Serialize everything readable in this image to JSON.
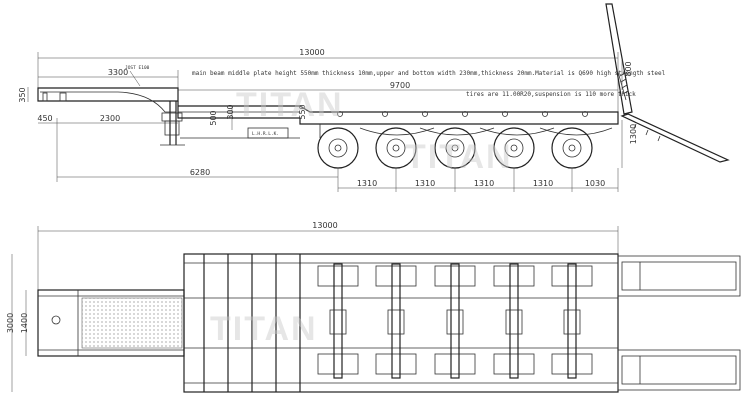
{
  "side_view": {
    "dim_overall_length": "13000",
    "dim_gooseneck_length": "3300",
    "dim_deck_length": "9700",
    "dim_gooseneck_height": "350",
    "dim_front_offset": "450",
    "dim_front_span": "2300",
    "dim_kingpin_to_axle": "6280",
    "dim_axle_spacings": [
      "1310",
      "1310",
      "1310",
      "1310"
    ],
    "dim_rear_overhang": "1030",
    "dim_ramp_height": "800",
    "dim_rear_height": "1300",
    "dim_beam_side_a": "300",
    "dim_beam_side_b": "550",
    "dim_ramp_small": "500",
    "kingpin_label": "JOST E100",
    "beam_note": "main beam middle plate height 550mm thickness 10mm,upper and bottom width 230mm,thickness 20mm.Material is Q690 high strength steel",
    "tire_note": "tires are 11.00R20,suspension is 110 more thick",
    "landing_gear_label": "L.H.R.L.K."
  },
  "top_view": {
    "dim_overall_length": "13000",
    "dim_overall_width": "3000",
    "dim_inner_width": "1400"
  },
  "watermark": "TITAN"
}
